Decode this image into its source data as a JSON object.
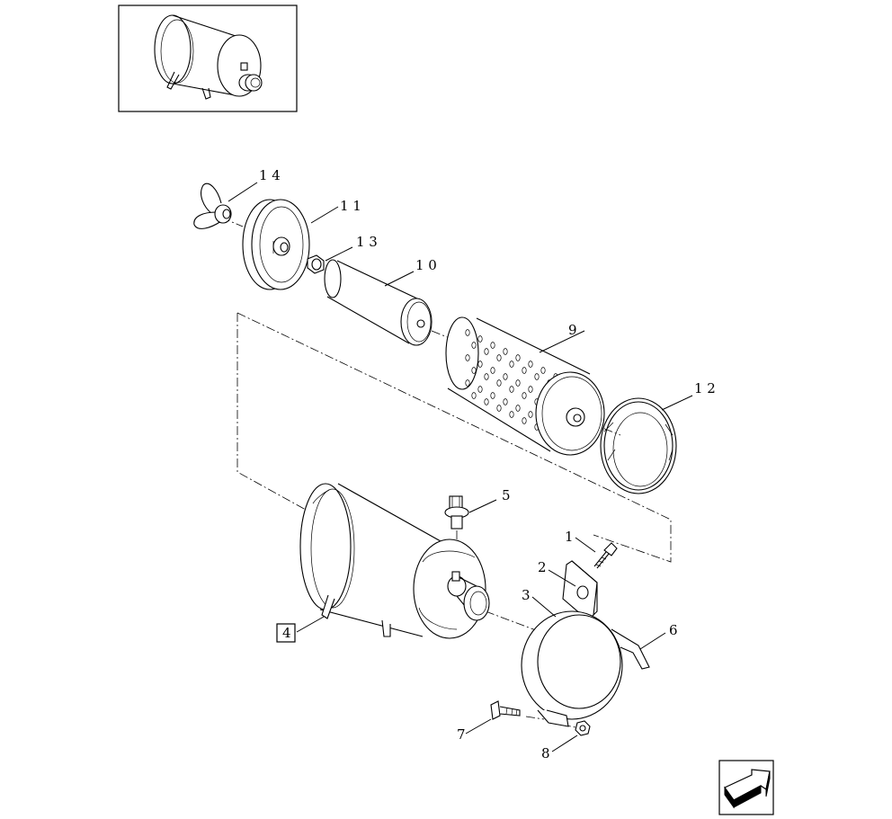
{
  "callouts": [
    {
      "id": "c14",
      "text": "1 4"
    },
    {
      "id": "c11",
      "text": "1 1"
    },
    {
      "id": "c13",
      "text": "1 3"
    },
    {
      "id": "c10",
      "text": "1 0"
    },
    {
      "id": "c9",
      "text": "9"
    },
    {
      "id": "c12",
      "text": "1 2"
    },
    {
      "id": "c5",
      "text": "5"
    },
    {
      "id": "c1",
      "text": "1"
    },
    {
      "id": "c2",
      "text": "2"
    },
    {
      "id": "c3",
      "text": "3"
    },
    {
      "id": "c6",
      "text": "6"
    },
    {
      "id": "c4",
      "text": "4"
    },
    {
      "id": "c7",
      "text": "7"
    },
    {
      "id": "c8",
      "text": "8"
    }
  ],
  "icons": {
    "thumbnail": "assembly-thumbnail-icon",
    "navigation": "next-page-arrow-icon"
  }
}
